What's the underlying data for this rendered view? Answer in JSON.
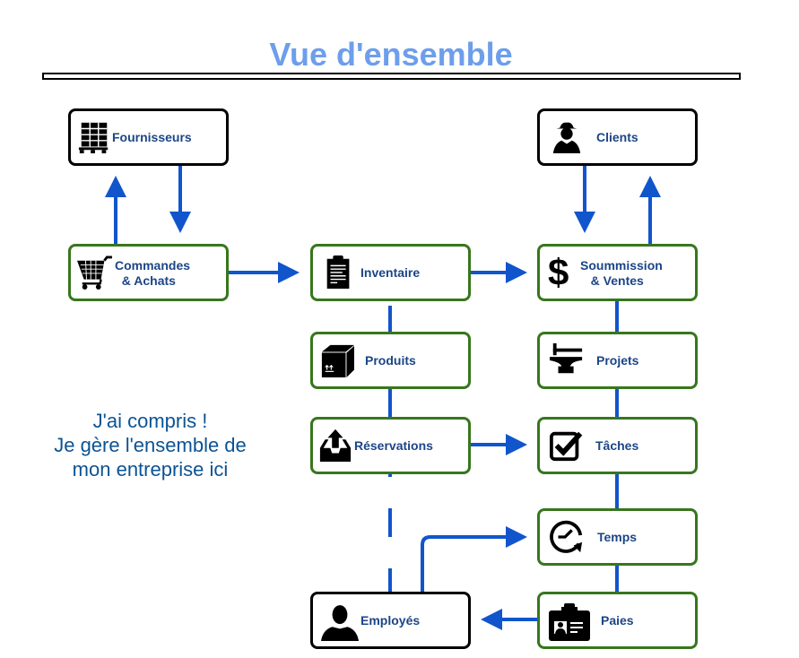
{
  "title": "Vue d'ensemble",
  "note": {
    "lines": [
      "J'ai compris !",
      "Je gère l'ensemble de",
      "mon entreprise ici"
    ]
  },
  "colors": {
    "title": "#6d9eeb",
    "label": "#1c4587",
    "note": "#0b5394",
    "box_border_green": "#38761d",
    "box_border_black": "#000000",
    "connector": "#1155cc"
  },
  "nodes": {
    "fournisseurs": {
      "label": "Fournisseurs",
      "icon": "pallet-boxes-icon"
    },
    "clients": {
      "label": "Clients",
      "icon": "person-hat-icon"
    },
    "commandes": {
      "label": "Commandes\n  & Achats",
      "icon": "shopping-cart-icon"
    },
    "inventaire": {
      "label": "Inventaire",
      "icon": "clipboard-icon"
    },
    "soummission": {
      "label": "Soummission\n   & Ventes",
      "icon": "dollar-icon"
    },
    "produits": {
      "label": "Produits",
      "icon": "box-icon"
    },
    "projets": {
      "label": "Projets",
      "icon": "anvil-icon"
    },
    "reservations": {
      "label": "Réservations",
      "icon": "inbox-upload-icon"
    },
    "taches": {
      "label": "Tâches",
      "icon": "checkbox-icon"
    },
    "temps": {
      "label": "Temps",
      "icon": "clock-icon"
    },
    "employes": {
      "label": "Employés",
      "icon": "person-icon"
    },
    "paies": {
      "label": "Paies",
      "icon": "id-badge-icon"
    }
  },
  "edges": [
    {
      "from": "commandes",
      "to": "fournisseurs",
      "style": "arrow"
    },
    {
      "from": "fournisseurs",
      "to": "commandes",
      "style": "arrow"
    },
    {
      "from": "commandes",
      "to": "inventaire",
      "style": "arrow"
    },
    {
      "from": "inventaire",
      "to": "soummission",
      "style": "arrow"
    },
    {
      "from": "clients",
      "to": "soummission",
      "style": "arrow"
    },
    {
      "from": "soummission",
      "to": "clients",
      "style": "arrow"
    },
    {
      "from": "inventaire",
      "to": "produits",
      "style": "line"
    },
    {
      "from": "produits",
      "to": "reservations",
      "style": "line"
    },
    {
      "from": "reservations",
      "to": "taches",
      "style": "arrow"
    },
    {
      "from": "reservations",
      "to": "employes",
      "style": "dashed"
    },
    {
      "from": "soummission",
      "to": "projets",
      "style": "line"
    },
    {
      "from": "projets",
      "to": "taches",
      "style": "line"
    },
    {
      "from": "taches",
      "to": "temps",
      "style": "line"
    },
    {
      "from": "temps",
      "to": "paies",
      "style": "line"
    },
    {
      "from": "employes",
      "to": "temps",
      "style": "arrow"
    },
    {
      "from": "paies",
      "to": "employes",
      "style": "arrow"
    }
  ]
}
